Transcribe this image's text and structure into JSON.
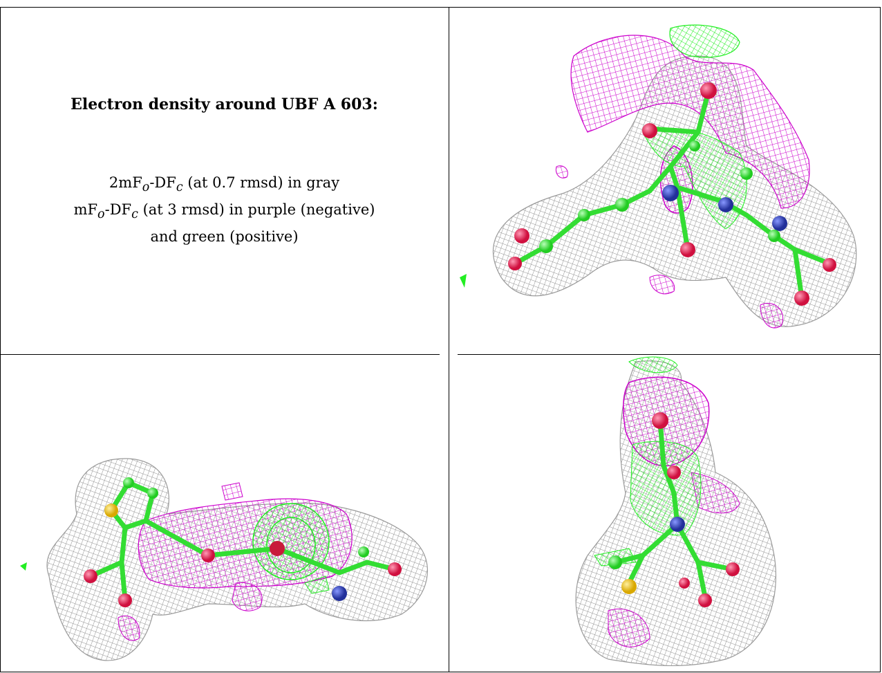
{
  "caption": {
    "title": "Electron density around UBF A 603:",
    "line1": "2mF",
    "line1_sub_o": "o",
    "line1_mid": "-DF",
    "line1_sub_c": "c",
    "line1_rest": " (at 0.7 rmsd) in gray",
    "line2": "mF",
    "line2_sub_o": "o",
    "line2_mid": "-DF",
    "line2_sub_c": "c",
    "line2_rest": " (at 3 rmsd) in purple (negative)",
    "line3": "and green (positive)"
  },
  "colors": {
    "gray_mesh": "#8f8f8f",
    "purple_mesh": "#cc00cc",
    "green_mesh": "#22ee22",
    "oxygen": "#e0245a",
    "nitrogen": "#3344bb",
    "sulfur": "#e6b400",
    "carbon": "#33dd33"
  },
  "panels": [
    {
      "name": "view-1",
      "icon": "electron-density-mesh-icon"
    },
    {
      "name": "view-2",
      "icon": "electron-density-mesh-icon"
    },
    {
      "name": "view-3",
      "icon": "electron-density-mesh-icon"
    }
  ]
}
